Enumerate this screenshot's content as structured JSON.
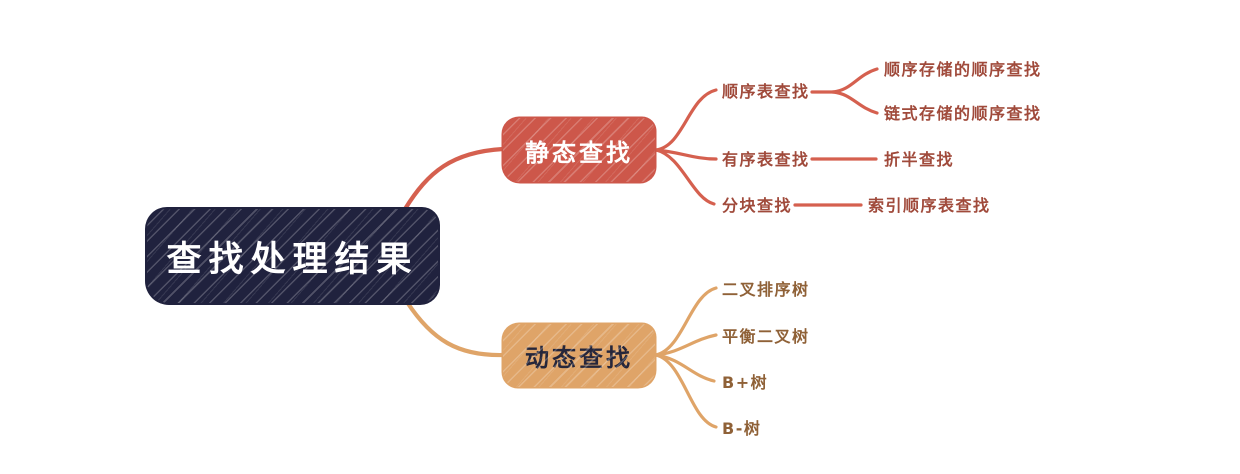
{
  "root": {
    "label": "查找处理结果"
  },
  "branches": [
    {
      "label": "静态查找",
      "children": [
        {
          "label": "顺序表查找",
          "children": [
            {
              "label": "顺序存储的顺序查找"
            },
            {
              "label": "链式存储的顺序查找"
            }
          ]
        },
        {
          "label": "有序表查找",
          "children": [
            {
              "label": "折半查找"
            }
          ]
        },
        {
          "label": "分块查找",
          "children": [
            {
              "label": "索引顺序表查找"
            }
          ]
        }
      ]
    },
    {
      "label": "动态查找",
      "children": [
        {
          "label": "二叉排序树"
        },
        {
          "label": "平衡二叉树"
        },
        {
          "label": "B+树"
        },
        {
          "label": "B-树"
        }
      ]
    }
  ],
  "colors": {
    "background": "#ffffff",
    "root_bg": "#20223e",
    "root_text": "#ffffff",
    "static_bg": "#cd574a",
    "static_text": "#ffffff",
    "static_line": "#d5604f",
    "static_label": "#a04a3b",
    "dynamic_bg": "#dfa468",
    "dynamic_text": "#26263a",
    "dynamic_line": "#dfa468",
    "dynamic_label": "#8f6137"
  }
}
